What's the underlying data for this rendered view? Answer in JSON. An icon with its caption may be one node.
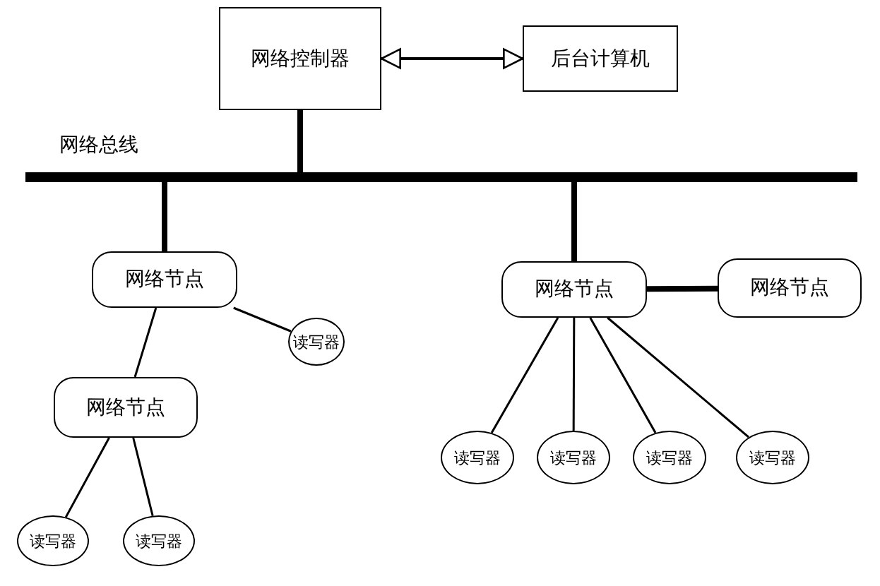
{
  "diagram": {
    "nodes": [
      {
        "text": [
          "网络控制器"
        ]
      },
      {
        "text": [
          "后台计算机"
        ]
      },
      {
        "text": [],
        "shape": "bar",
        "beside": [
          "网络总线"
        ]
      },
      {
        "text": [
          "网络节点"
        ]
      },
      {
        "text": [
          "读写器"
        ]
      },
      {
        "text": [
          "网络节点"
        ]
      },
      {
        "text": [
          "读写器"
        ]
      },
      {
        "text": [
          "读写器"
        ]
      },
      {
        "text": [
          "网络节点"
        ]
      },
      {
        "text": [
          "网络节点"
        ]
      },
      {
        "text": [
          "读写器"
        ]
      },
      {
        "text": [
          "读写器"
        ]
      },
      {
        "text": [
          "读写器"
        ]
      },
      {
        "text": [
          "读写器"
        ]
      }
    ],
    "edges": [
      {
        "from": 0,
        "to": 1,
        "arrow": "both"
      },
      {
        "from": 0,
        "to": 2,
        "arrow": "none",
        "style": "thick"
      },
      {
        "from": 2,
        "to": 3,
        "arrow": "none",
        "style": "thick"
      },
      {
        "from": 3,
        "to": 4,
        "arrow": "none"
      },
      {
        "from": 3,
        "to": 5,
        "arrow": "none"
      },
      {
        "from": 5,
        "to": 6,
        "arrow": "none"
      },
      {
        "from": 5,
        "to": 7,
        "arrow": "none"
      },
      {
        "from": 2,
        "to": 8,
        "arrow": "none",
        "style": "thick"
      },
      {
        "from": 8,
        "to": 9,
        "arrow": "none",
        "style": "thick"
      },
      {
        "from": 8,
        "to": 10,
        "arrow": "none"
      },
      {
        "from": 8,
        "to": 11,
        "arrow": "none"
      },
      {
        "from": 8,
        "to": 12,
        "arrow": "none"
      },
      {
        "from": 8,
        "to": 13,
        "arrow": "none"
      }
    ]
  }
}
